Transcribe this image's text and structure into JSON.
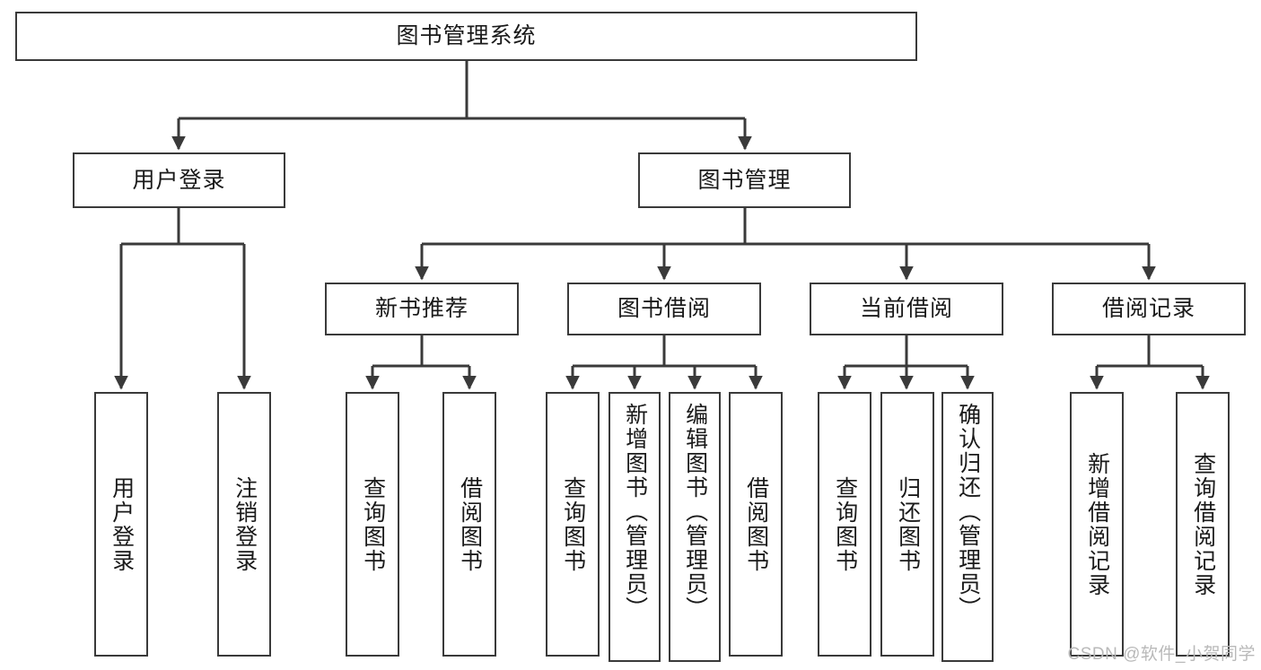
{
  "diagram": {
    "type": "tree",
    "title": "图书管理系统",
    "orientation": "top-down",
    "style": {
      "box_border_color": "#3a3a3a",
      "box_fill_color": "#ffffff",
      "connector_color": "#3a3a3a",
      "text_color": "#1a1a1a",
      "background": "#ffffff"
    },
    "root": {
      "label": "图书管理系统"
    },
    "level2": [
      {
        "label": "用户登录"
      },
      {
        "label": "图书管理"
      }
    ],
    "level3": [
      {
        "label": "新书推荐"
      },
      {
        "label": "图书借阅"
      },
      {
        "label": "当前借阅"
      },
      {
        "label": "借阅记录"
      }
    ],
    "leaves": {
      "user_login": [
        {
          "label": "用户登录"
        },
        {
          "label": "注销登录"
        }
      ],
      "new_book_recommend": [
        {
          "label": "查询图书"
        },
        {
          "label": "借阅图书"
        }
      ],
      "book_borrow": [
        {
          "label": "查询图书"
        },
        {
          "label": "新增图书（管理员）"
        },
        {
          "label": "编辑图书（管理员）"
        },
        {
          "label": "借阅图书"
        }
      ],
      "current_borrow": [
        {
          "label": "查询图书"
        },
        {
          "label": "归还图书"
        },
        {
          "label": "确认归还（管理员）"
        }
      ],
      "borrow_record": [
        {
          "label": "新增借阅记录"
        },
        {
          "label": "查询借阅记录"
        }
      ]
    }
  },
  "watermark": {
    "text": "CSDN @软件_小贺同学"
  }
}
